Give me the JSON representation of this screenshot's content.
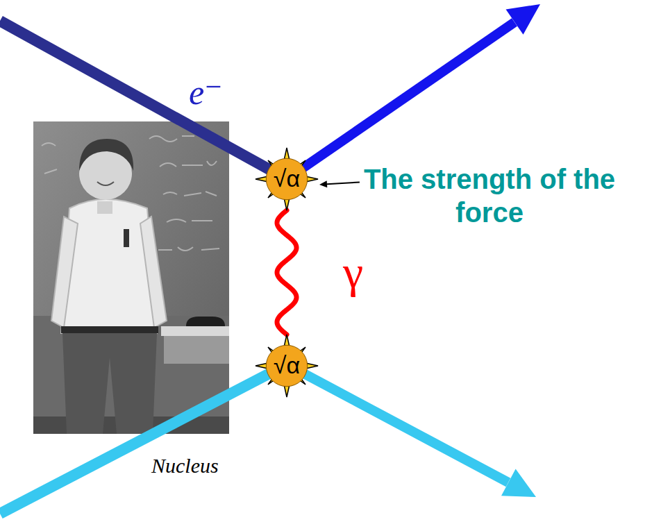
{
  "diagram": {
    "nodes": [
      {
        "text": [
          "√α"
        ]
      },
      {
        "text": [
          "√α"
        ]
      }
    ],
    "edges": [
      {
        "from": 0,
        "to": 1,
        "arrow": "none",
        "label": "γ"
      }
    ],
    "labels": [
      "e⁻",
      "The strength of the force",
      "Nucleus"
    ]
  }
}
